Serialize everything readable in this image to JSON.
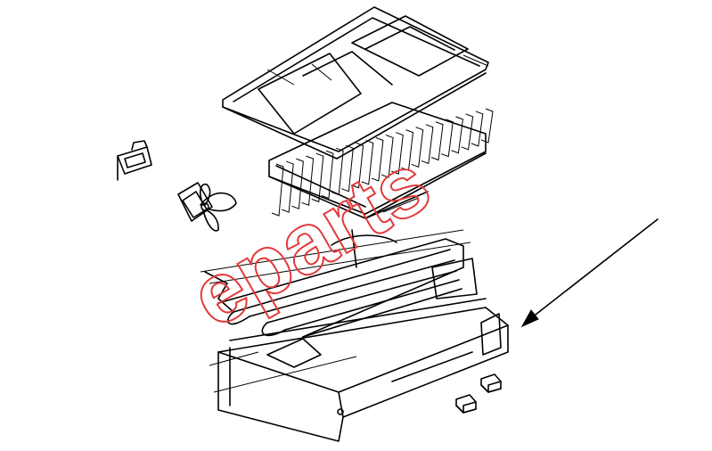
{
  "watermark": {
    "text": "eparts",
    "color": "#e23a3a"
  },
  "colors": {
    "line": "#000000",
    "background": "#ffffff"
  },
  "parts": [
    {
      "name": "evaporator-cover"
    },
    {
      "name": "evaporator-fin-coil"
    },
    {
      "name": "mounting-bracket"
    },
    {
      "name": "fan-motor"
    },
    {
      "name": "heater-tube-coil"
    },
    {
      "name": "drain-tray"
    },
    {
      "name": "spacer-blocks"
    }
  ],
  "callout": {
    "name": "pointer-arrow"
  }
}
